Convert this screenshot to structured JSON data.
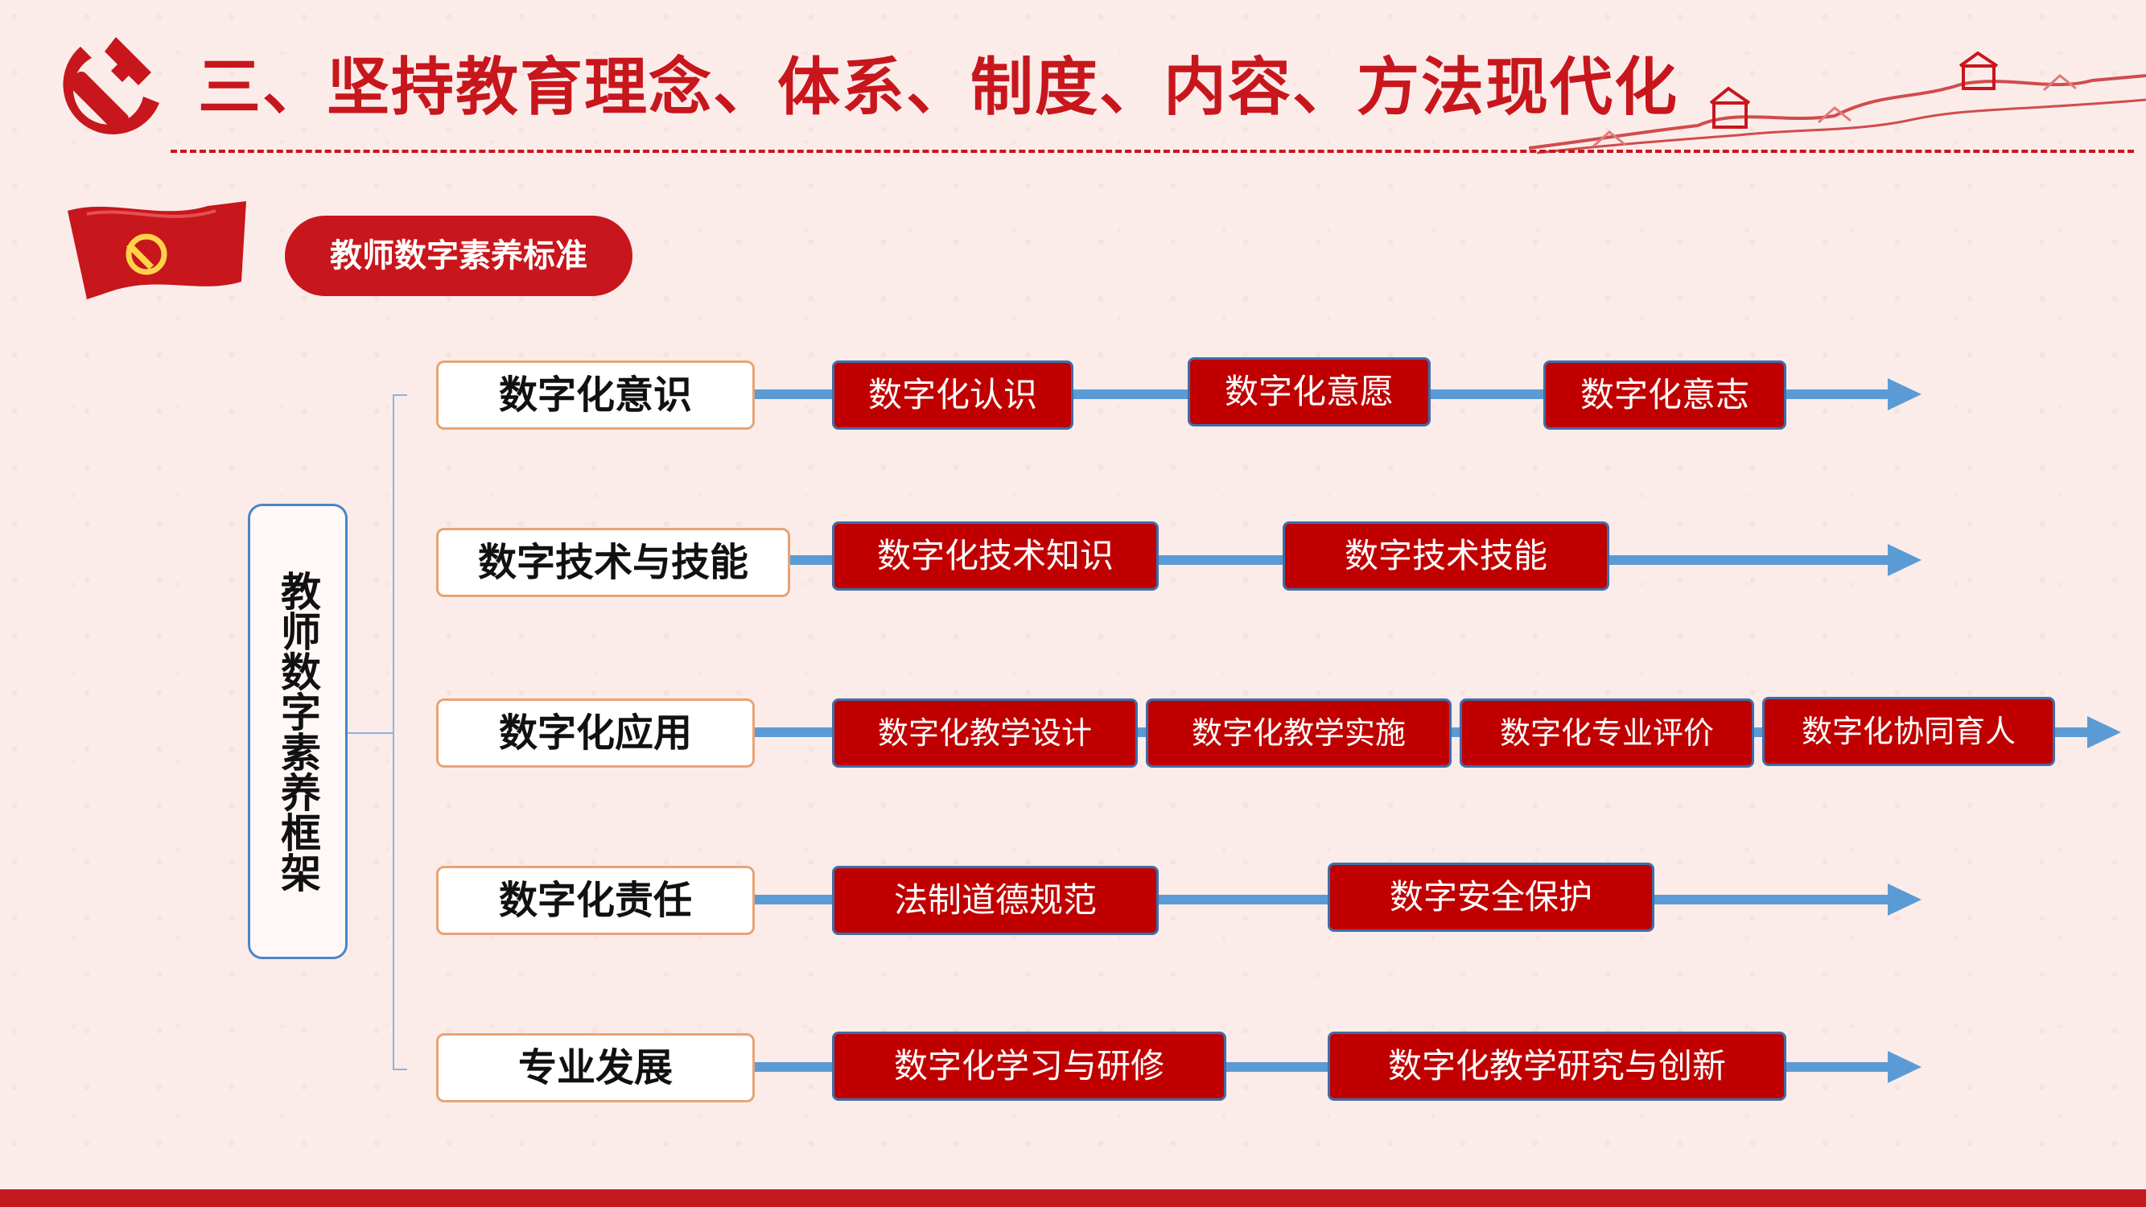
{
  "header": {
    "title": "三、坚持教育理念、体系、制度、内容、方法现代化"
  },
  "section": {
    "pill_label": "教师数字素养标准"
  },
  "framework": {
    "root_label": "教师数字素养框架",
    "rows": [
      {
        "category": "数字化意识",
        "items": [
          "数字化认识",
          "数字化意愿",
          "数字化意志"
        ]
      },
      {
        "category": "数字技术与技能",
        "items": [
          "数字化技术知识",
          "数字技术技能"
        ]
      },
      {
        "category": "数字化应用",
        "items": [
          "数字化教学设计",
          "数字化教学实施",
          "数字化专业评价",
          "数字化协同育人"
        ]
      },
      {
        "category": "数字化责任",
        "items": [
          "法制道德规范",
          "数字安全保护"
        ]
      },
      {
        "category": "专业发展",
        "items": [
          "数字化学习与研修",
          "数字化教学研究与创新"
        ]
      }
    ]
  },
  "colors": {
    "party_red": "#c8161d",
    "item_fill": "#c00000",
    "connector_blue": "#5b9bd5",
    "category_border": "#e8a374"
  }
}
